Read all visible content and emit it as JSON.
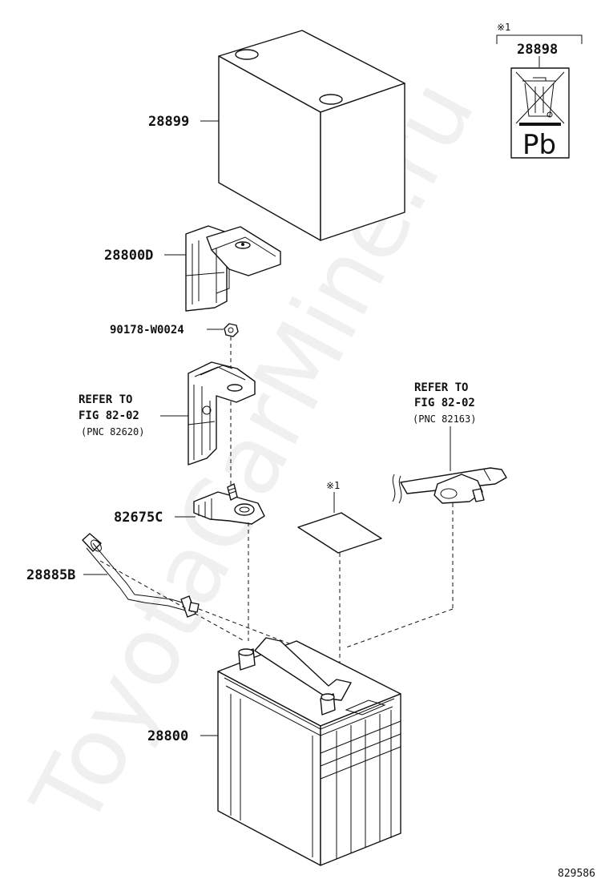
{
  "watermark": "ToyotaCarMine.ru",
  "diagram_id": "829586",
  "labels": {
    "p28899": "28899",
    "p28898": "28898",
    "note_mark_top": "※1",
    "p28800d": "28800D",
    "p90178": "90178-W0024",
    "refer_left_1": "REFER TO",
    "refer_left_2": "FIG 82-02",
    "refer_left_3": "(PNC 82620)",
    "refer_right_1": "REFER TO",
    "refer_right_2": "FIG 82-02",
    "refer_right_3": "(PNC 82163)",
    "note_mark_mid": "※1",
    "p82675c": "82675C",
    "p28885b": "28885B",
    "p28800": "28800",
    "pb_symbol": "Pb"
  },
  "colors": {
    "line": "#111111",
    "background": "#ffffff"
  }
}
